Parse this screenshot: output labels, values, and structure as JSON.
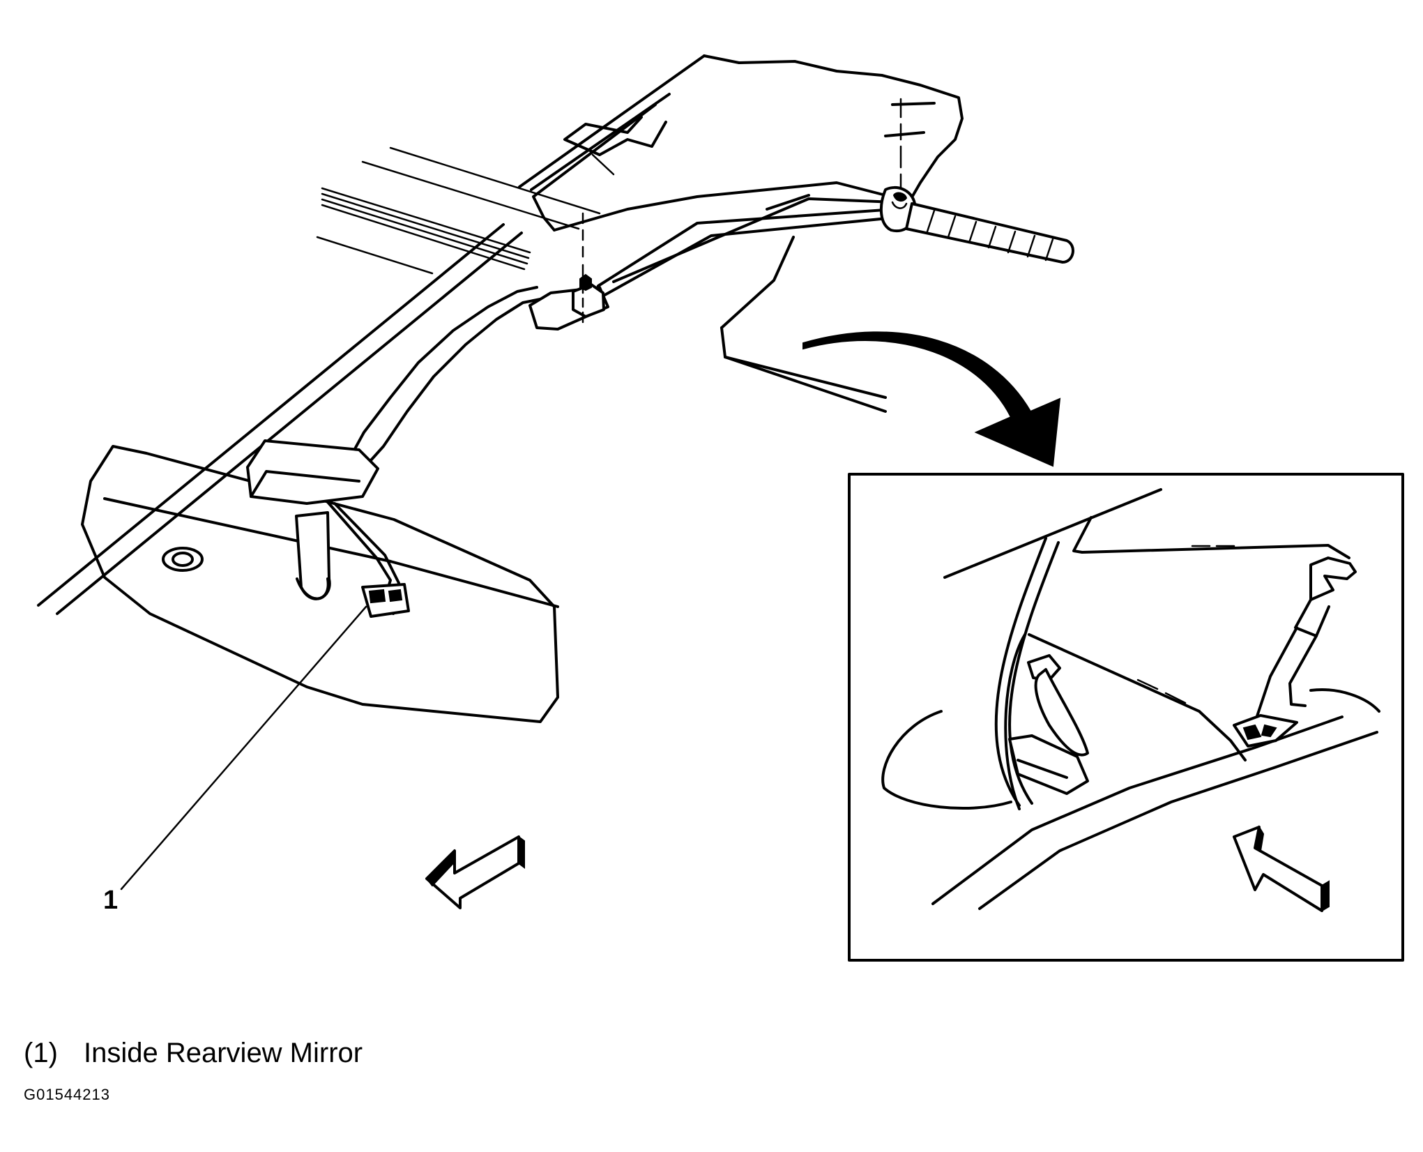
{
  "callout": {
    "number": "1"
  },
  "legend": {
    "items": [
      {
        "number": "(1)",
        "label": "Inside Rearview Mirror"
      }
    ]
  },
  "figure_id": "G01544213",
  "colors": {
    "line": "#000000",
    "background": "#ffffff"
  }
}
